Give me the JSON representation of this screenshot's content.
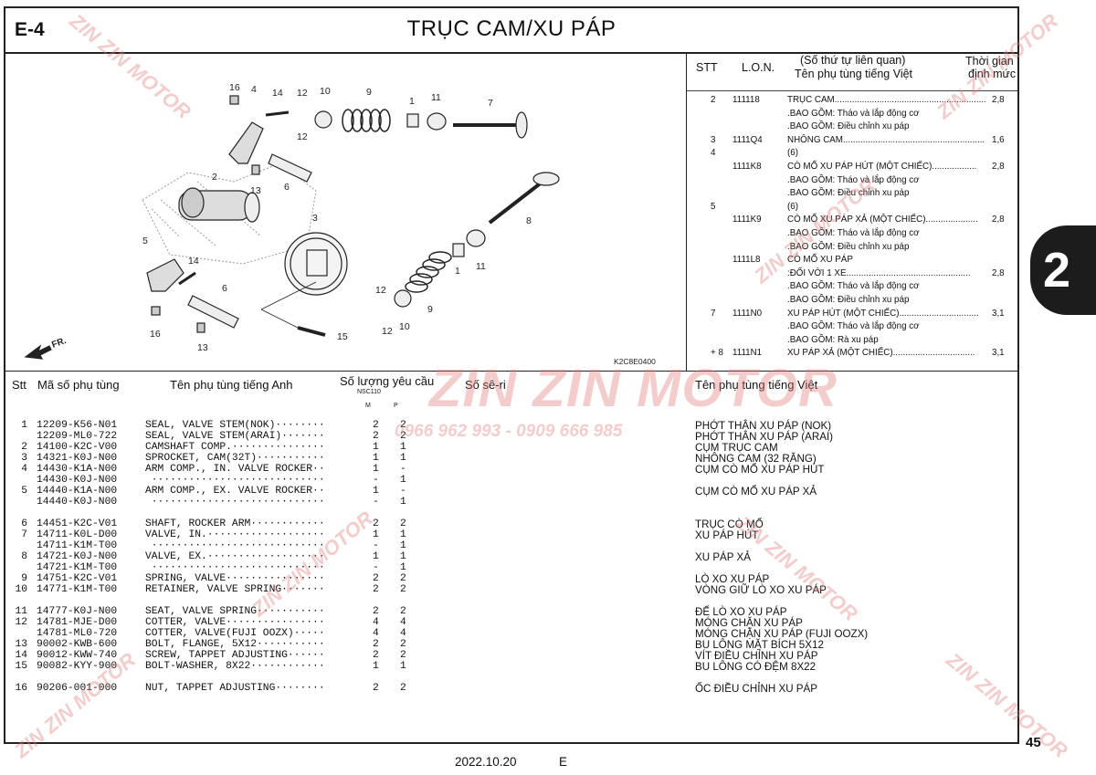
{
  "header": {
    "section_code": "E-4",
    "title": "TRỤC CAM/XU PÁP"
  },
  "diagram": {
    "labels": [
      "16",
      "4",
      "14",
      "12",
      "10",
      "9",
      "1",
      "11",
      "7",
      "12",
      "2",
      "13",
      "6",
      "8",
      "3",
      "5",
      "14",
      "6",
      "1",
      "11",
      "12",
      "9",
      "10",
      "12",
      "16",
      "13",
      "15"
    ],
    "front_label": "FR.",
    "ref_code": "K2C8E0400"
  },
  "reference": {
    "col_stt": "STT",
    "col_lon": "L.O.N.",
    "col_desc_1": "(Số thứ tự liên quan)",
    "col_desc_2": "Tên phụ tùng tiếng Việt",
    "col_time_1": "Thời gian",
    "col_time_2": "định mức",
    "rows": [
      {
        "stt": "2",
        "lon": "111118",
        "desc": "TRỤC CAM.............................................................",
        "time": "2,8"
      },
      {
        "stt": "",
        "lon": "",
        "desc": ".BAO GỒM: Tháo và lắp động cơ",
        "time": ""
      },
      {
        "stt": "",
        "lon": "",
        "desc": ".BAO GỒM: Điều chỉnh xu páp",
        "time": ""
      },
      {
        "stt": "3",
        "lon": "1111Q4",
        "desc": "NHÔNG CAM.........................................................",
        "time": "1,6"
      },
      {
        "stt": "4",
        "lon": "",
        "desc": "(6)",
        "time": ""
      },
      {
        "stt": "",
        "lon": "1111K8",
        "desc": "CÒ MỔ XU PÁP HÚT (MỘT CHIẾC)..................",
        "time": "2,8"
      },
      {
        "stt": "",
        "lon": "",
        "desc": ".BAO GỒM: Tháo và lắp động cơ",
        "time": ""
      },
      {
        "stt": "",
        "lon": "",
        "desc": ".BAO GỒM: Điều chỉnh xu páp",
        "time": ""
      },
      {
        "stt": "5",
        "lon": "",
        "desc": "(6)",
        "time": ""
      },
      {
        "stt": "",
        "lon": "1111K9",
        "desc": "CÒ MỔ XU PÁP XẢ (MỘT CHIẾC).....................",
        "time": "2,8"
      },
      {
        "stt": "",
        "lon": "",
        "desc": ".BAO GỒM: Tháo và lắp động cơ",
        "time": ""
      },
      {
        "stt": "",
        "lon": "",
        "desc": ".BAO GỒM: Điều chỉnh xu páp",
        "time": ""
      },
      {
        "stt": "",
        "lon": "1111L8",
        "desc": "CÒ MỔ XU PÁP",
        "time": ""
      },
      {
        "stt": "",
        "lon": "",
        "desc": ":ĐỐI VỚI 1 XE..................................................",
        "time": "2,8"
      },
      {
        "stt": "",
        "lon": "",
        "desc": ".BAO GỒM: Tháo và lắp động cơ",
        "time": ""
      },
      {
        "stt": "",
        "lon": "",
        "desc": ".BAO GỒM: Điều chỉnh xu páp",
        "time": ""
      },
      {
        "stt": "7",
        "lon": "1111N0",
        "desc": "XU PÁP HÚT (MỘT CHIẾC)................................",
        "time": "3,1"
      },
      {
        "stt": "",
        "lon": "",
        "desc": ".BAO GỒM: Tháo và lắp động cơ",
        "time": ""
      },
      {
        "stt": "",
        "lon": "",
        "desc": ".BAO GỒM: Rà xu páp",
        "time": ""
      },
      {
        "stt": "+ 8",
        "lon": "1111N1",
        "desc": "XU PÁP XẢ (MỘT CHIẾC).................................",
        "time": "3,1"
      }
    ]
  },
  "table": {
    "h_stt": "Stt",
    "h_part": "Mã số phụ tùng",
    "h_name_en": "Tên phụ tùng tiếng Anh",
    "h_qty": "Số lượng yêu cầu",
    "h_model": "NSC110",
    "h_m": "M",
    "h_p": "P",
    "h_serial": "Số sê-ri",
    "h_name_vn": "Tên phụ tùng tiếng Việt",
    "rows": [
      {
        "stt": "1",
        "part": "12209-K56-N01",
        "en": "SEAL, VALVE STEM(NOK)········",
        "m": "2",
        "p": "2",
        "vn": "PHỚT THÂN XU PÁP (NOK)"
      },
      {
        "stt": "",
        "part": "12209-ML0-722",
        "en": "SEAL, VALVE STEM(ARAI)·······",
        "m": "2",
        "p": "2",
        "vn": "PHỚT THÂN XU PÁP (ARAI)"
      },
      {
        "stt": "2",
        "part": "14100-K2C-V00",
        "en": "CAMSHAFT COMP.···············",
        "m": "1",
        "p": "1",
        "vn": "CỤM TRỤC CAM"
      },
      {
        "stt": "3",
        "part": "14321-K0J-N00",
        "en": "SPROCKET, CAM(32T)···········",
        "m": "1",
        "p": "1",
        "vn": "NHÔNG CAM (32 RĂNG)"
      },
      {
        "stt": "4",
        "part": "14430-K1A-N00",
        "en": "ARM COMP., IN. VALVE ROCKER··",
        "m": "1",
        "p": "-",
        "vn": "CỤM CÒ MỔ XU PÁP HÚT"
      },
      {
        "stt": "",
        "part": "14430-K0J-N00",
        "en": " ····························",
        "m": "-",
        "p": "1",
        "vn": ""
      },
      {
        "stt": "5",
        "part": "14440-K1A-N00",
        "en": "ARM COMP., EX. VALVE ROCKER··",
        "m": "1",
        "p": "-",
        "vn": "CỤM CÒ MỔ XU PÁP XẢ"
      },
      {
        "stt": "",
        "part": "14440-K0J-N00",
        "en": " ····························",
        "m": "-",
        "p": "1",
        "vn": ""
      },
      {
        "stt": "6",
        "part": "14451-K2C-V01",
        "en": "SHAFT, ROCKER ARM············",
        "m": "2",
        "p": "2",
        "vn": "TRỤC CÒ MỔ"
      },
      {
        "stt": "7",
        "part": "14711-K0L-D00",
        "en": "VALVE, IN.···················",
        "m": "1",
        "p": "1",
        "vn": "XU PÁP HÚT"
      },
      {
        "stt": "",
        "part": "14711-K1M-T00",
        "en": " ····························",
        "m": "-",
        "p": "1",
        "vn": ""
      },
      {
        "stt": "8",
        "part": "14721-K0J-N00",
        "en": "VALVE, EX.···················",
        "m": "1",
        "p": "1",
        "vn": "XU PÁP XẢ"
      },
      {
        "stt": "",
        "part": "14721-K1M-T00",
        "en": " ····························",
        "m": "-",
        "p": "1",
        "vn": ""
      },
      {
        "stt": "9",
        "part": "14751-K2C-V01",
        "en": "SPRING, VALVE················",
        "m": "2",
        "p": "2",
        "vn": "LÒ XO XU PÁP"
      },
      {
        "stt": "10",
        "part": "14771-K1M-T00",
        "en": "RETAINER, VALVE SPRING·······",
        "m": "2",
        "p": "2",
        "vn": "VÒNG GIỮ LÒ XO XU PÁP"
      },
      {
        "stt": "11",
        "part": "14777-K0J-N00",
        "en": "SEAT, VALVE SPRING···········",
        "m": "2",
        "p": "2",
        "vn": "ĐẾ LÒ XO XU PÁP"
      },
      {
        "stt": "12",
        "part": "14781-MJE-D00",
        "en": "COTTER, VALVE················",
        "m": "4",
        "p": "4",
        "vn": "MÓNG CHẶN XU PÁP"
      },
      {
        "stt": "",
        "part": "14781-ML0-720",
        "en": "COTTER, VALVE(FUJI OOZX)·····",
        "m": "4",
        "p": "4",
        "vn": "MÓNG CHẶN XU PÁP (FUJI OOZX)"
      },
      {
        "stt": "13",
        "part": "90002-KWB-600",
        "en": "BOLT, FLANGE, 5X12···········",
        "m": "2",
        "p": "2",
        "vn": "BU LÔNG MẶT BÍCH 5X12"
      },
      {
        "stt": "14",
        "part": "90012-KWW-740",
        "en": "SCREW, TAPPET ADJUSTING······",
        "m": "2",
        "p": "2",
        "vn": "VÍT ĐIỀU CHỈNH XU PÁP"
      },
      {
        "stt": "15",
        "part": "90082-KYY-900",
        "en": "BOLT-WASHER, 8X22············",
        "m": "1",
        "p": "1",
        "vn": "BU LÔNG CÓ ĐỆM 8X22"
      },
      {
        "stt": "16",
        "part": "90206-001-000",
        "en": "NUT, TAPPET ADJUSTING········",
        "m": "2",
        "p": "2",
        "vn": "ỐC ĐIỀU CHỈNH XU PÁP"
      }
    ]
  },
  "watermark": {
    "brand": "ZIN ZIN MOTOR",
    "phone": "0966 962 993 - 0909 666 985"
  },
  "side_tab": "2",
  "page_number": "45",
  "footer": {
    "date": "2022.10.20",
    "letter": "E"
  }
}
